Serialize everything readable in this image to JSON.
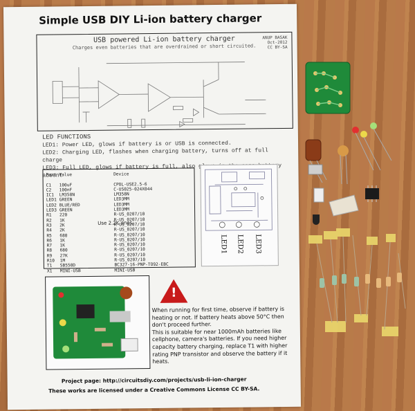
{
  "doc": {
    "title": "Simple USB DIY Li-ion battery charger",
    "schematic": {
      "title": "USB powered Li-ion battery charger",
      "subtitle": "Charges even batteries that are overdrained or short circuited.",
      "author_note": "ANUP BASAK\nOct-2012\nCC BY-SA"
    },
    "led_functions": {
      "heading": "LED FUNCTIONS",
      "led1": "LED1: Power LED, glows if battery is or USB is connected.",
      "led2": "LED2: Charging LED, flashes when charging battery, turns off at full charge",
      "led3": "LED3: Full LED, glows if battery is full, also glows in the case battery absent"
    },
    "parts_list": {
      "headers": [
        "Part",
        "Value",
        "Device"
      ],
      "rows": [
        [
          "C1",
          "100uF",
          "CPOL-USE2.5-6"
        ],
        [
          "C2",
          "100nF",
          "C-US025-024X044"
        ],
        [
          "IC1",
          "LM358N",
          "LM358N"
        ],
        [
          "LED1",
          "GREEN",
          "LED3MM"
        ],
        [
          "LED2",
          "BLUE/RED",
          "LED3MM"
        ],
        [
          "LED3",
          "GREEN",
          "LED3MM"
        ],
        [
          "R1",
          "220",
          "R-US_0207/10"
        ],
        [
          "R2",
          "1K",
          "R-US_0207/10"
        ],
        [
          "R3",
          "2K",
          "R-US_0207/10"
        ],
        [
          "R4",
          "2K",
          "R-US_0207/10"
        ],
        [
          "R5",
          "680",
          "R-US_0207/10"
        ],
        [
          "R6",
          "1K",
          "R-US_0207/10"
        ],
        [
          "R7",
          "1K",
          "R-US_0207/10"
        ],
        [
          "R8",
          "680",
          "R-US_0207/10"
        ],
        [
          "R9",
          "27K",
          "R-US_0207/10"
        ],
        [
          "R10",
          "1M",
          "R-US_0207/10"
        ],
        [
          "T1",
          "SB550D",
          "BC327-16-PNP-TO92-EBC"
        ],
        [
          "X1",
          "MINI-USB",
          "MINI-USB"
        ]
      ],
      "handwritten_note": "Use 2.2K ones."
    },
    "pcb_leds": [
      "LED1",
      "LED2",
      "LED3"
    ],
    "warning": [
      "When running for first time, observe if battery is heating or not. If battery heats above 50°C then don't proceed further.",
      "This is suitable for near 1000mAh batteries like cellphone, camera's batteries. If you need higher capacity battery charging, replace T1 with higher rating PNP transistor and observe the battery if it heats."
    ],
    "project_page": "Project page: http://circuitsdiy.com/projects/usb-li-ion-charger",
    "license": "These works are licensed under a Creative Commons License CC BY-SA."
  },
  "colors": {
    "desk": "#b9794a",
    "paper": "#f4f4f1",
    "pcb": "#1f8a3a",
    "warning_red": "#c81a1a",
    "tape": "#e8d36a"
  }
}
